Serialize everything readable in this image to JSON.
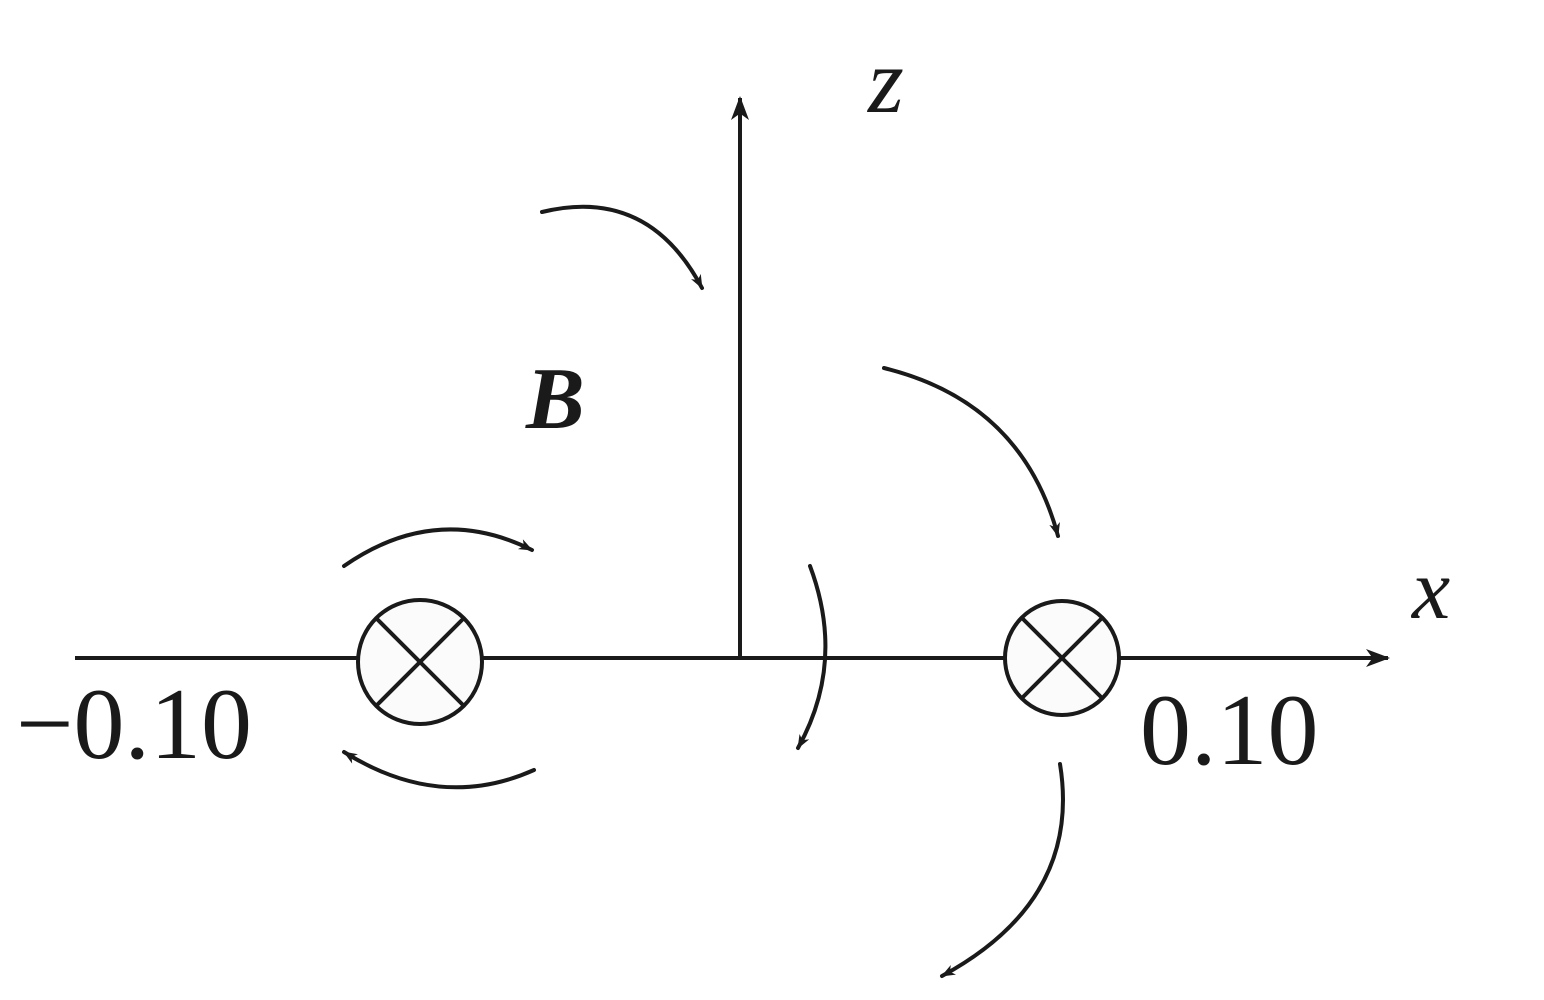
{
  "diagram": {
    "type": "physics-magnetic-field-diagram",
    "axis_labels": {
      "x": "x",
      "z": "z"
    },
    "field_label": "B",
    "ticks": {
      "left": "−0.10",
      "right": "0.10"
    },
    "wires": [
      {
        "tick_label": "−0.10",
        "symbol": "current-into-page"
      },
      {
        "tick_label": "0.10",
        "symbol": "current-into-page"
      }
    ],
    "colors": {
      "line": "#1a1a1a",
      "background": "#ffffff",
      "wire_fill": "#fbfbfb"
    }
  }
}
